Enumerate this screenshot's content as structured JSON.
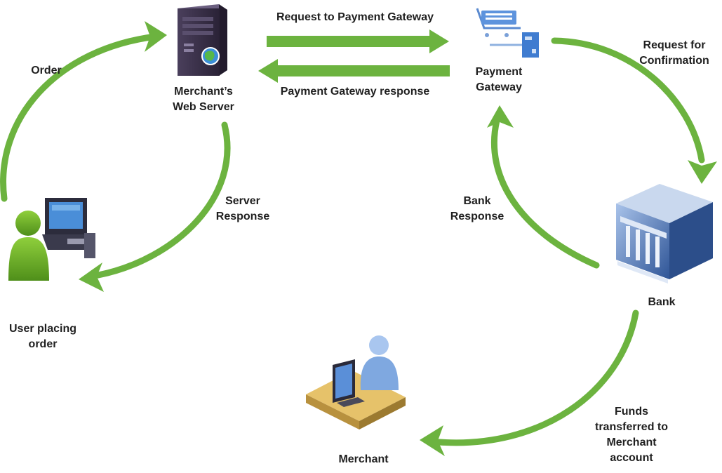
{
  "colors": {
    "arrow": "#6cb33f",
    "arrow_light": "#9fd468",
    "server_body": "#3a2f4a",
    "screen_blue": "#4a78c8",
    "user_green": "#6fae2a",
    "bank_blue": "#4a6fb0",
    "desk": "#e8c878",
    "text": "#1f1f1f"
  },
  "nodes": {
    "web_server": {
      "icon": "server-icon",
      "label_lines": [
        "Merchant’s",
        "Web Server"
      ]
    },
    "payment_gateway": {
      "icon": "shopping-cart-icon",
      "label_lines": [
        "Payment",
        "Gateway"
      ]
    },
    "bank": {
      "icon": "bank-building-icon",
      "label_lines": [
        "Bank"
      ]
    },
    "user": {
      "icon": "user-computer-icon",
      "label_lines": [
        "User placing",
        "order"
      ]
    },
    "merchant": {
      "icon": "merchant-desk-icon",
      "label_lines": [
        "Merchant"
      ]
    }
  },
  "flows": {
    "order": {
      "label_lines": [
        "Order"
      ]
    },
    "request_to_gateway": {
      "label_lines": [
        "Request to Payment Gateway"
      ]
    },
    "gateway_response": {
      "label_lines": [
        "Payment Gateway response"
      ]
    },
    "request_confirmation": {
      "label_lines": [
        "Request for",
        "Confirmation"
      ]
    },
    "server_response": {
      "label_lines": [
        "Server",
        "Response"
      ]
    },
    "bank_response": {
      "label_lines": [
        "Bank",
        "Response"
      ]
    },
    "funds_transfer": {
      "label_lines": [
        "Funds",
        "transferred to",
        "Merchant",
        "account"
      ]
    }
  }
}
